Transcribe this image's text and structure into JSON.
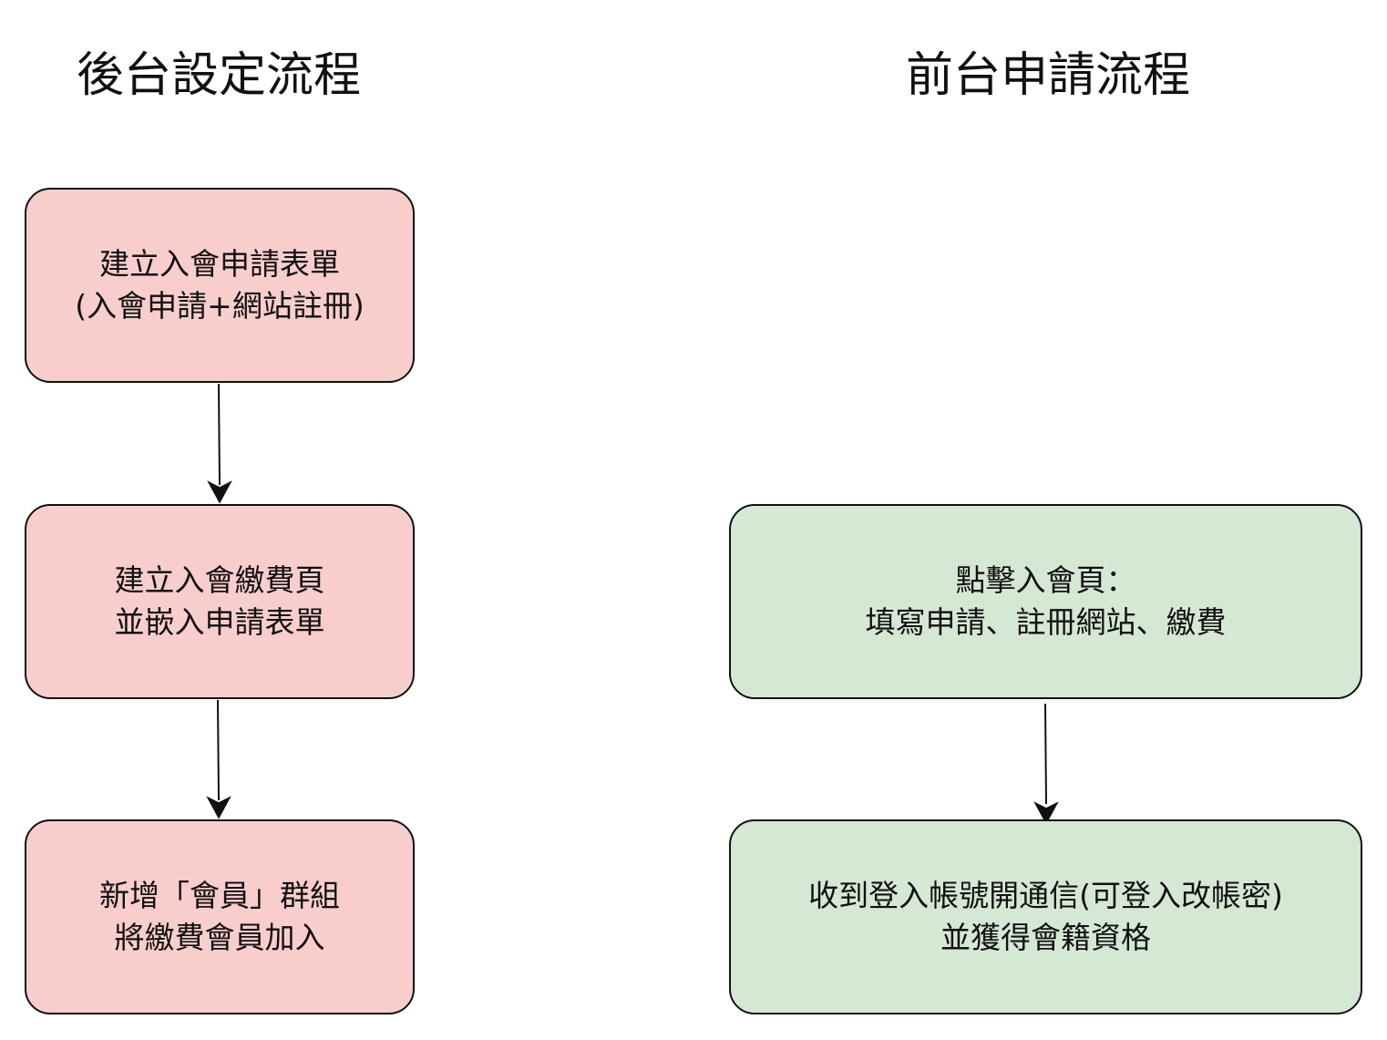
{
  "titles": {
    "backend": "後台設定流程",
    "frontend": "前台申請流程"
  },
  "backend_steps": [
    {
      "line1": "建立入會申請表單",
      "line2": "(入會申請+網站註冊)"
    },
    {
      "line1": "建立入會繳費頁",
      "line2": "並嵌入申請表單"
    },
    {
      "line1": "新增「會員」群組",
      "line2": "將繳費會員加入"
    }
  ],
  "frontend_steps": [
    {
      "line1": "點擊入會頁：",
      "line2": "填寫申請、註冊網站、繳費"
    },
    {
      "line1": "收到登入帳號開通信(可登入改帳密)",
      "line2": "並獲得會籍資格"
    }
  ],
  "colors": {
    "backend_fill": "#f8cecc",
    "frontend_fill": "#d5e8d4",
    "stroke": "#111111"
  }
}
